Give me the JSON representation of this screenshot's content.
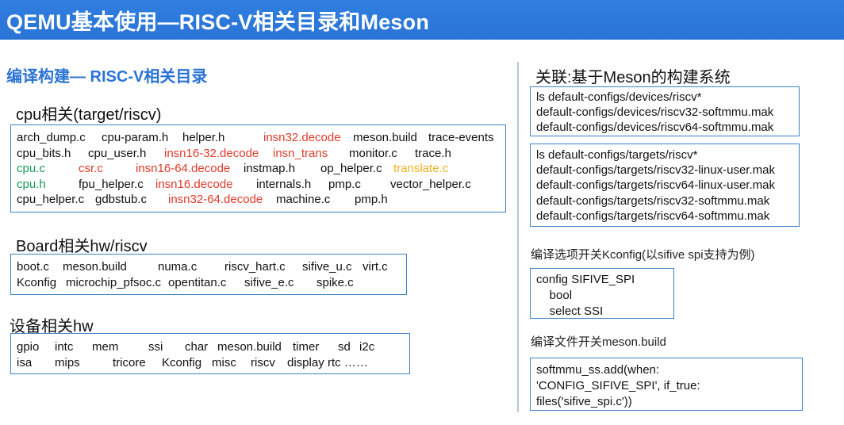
{
  "title": "QEMU基本使用—RISC-V相关目录和Meson",
  "left": {
    "subtitle": "编译构建— RISC-V相关目录",
    "cpu": {
      "heading": "cpu相关(target/riscv)",
      "rows": [
        [
          {
            "t": "arch_dump.c",
            "c": "black"
          },
          {
            "t": "cpu-param.h",
            "c": "black"
          },
          {
            "t": "helper.h",
            "c": "black"
          },
          {
            "t": "insn32.decode",
            "c": "red"
          },
          {
            "t": "meson.build",
            "c": "black"
          },
          {
            "t": "trace-events",
            "c": "black"
          }
        ],
        [
          {
            "t": "cpu_bits.h",
            "c": "black"
          },
          {
            "t": "cpu_user.h",
            "c": "black"
          },
          {
            "t": "insn16-32.decode",
            "c": "red"
          },
          {
            "t": "insn_trans",
            "c": "red"
          },
          {
            "t": "monitor.c",
            "c": "black"
          },
          {
            "t": "trace.h",
            "c": "black"
          }
        ],
        [
          {
            "t": "cpu.c",
            "c": "green"
          },
          {
            "t": "csr.c",
            "c": "red"
          },
          {
            "t": "insn16-64.decode",
            "c": "red"
          },
          {
            "t": "instmap.h",
            "c": "black"
          },
          {
            "t": "op_helper.c",
            "c": "black"
          },
          {
            "t": "translate.c",
            "c": "yellow"
          }
        ],
        [
          {
            "t": "cpu.h",
            "c": "green"
          },
          {
            "t": "fpu_helper.c",
            "c": "black"
          },
          {
            "t": "insn16.decode",
            "c": "red"
          },
          {
            "t": "internals.h",
            "c": "black"
          },
          {
            "t": "pmp.c",
            "c": "black"
          },
          {
            "t": "vector_helper.c",
            "c": "black"
          }
        ],
        [
          {
            "t": "cpu_helper.c",
            "c": "black"
          },
          {
            "t": "gdbstub.c",
            "c": "black"
          },
          {
            "t": "insn32-64.decode",
            "c": "red"
          },
          {
            "t": "machine.c",
            "c": "black"
          },
          {
            "t": "pmp.h",
            "c": "black"
          }
        ]
      ]
    },
    "board": {
      "heading": "Board相关hw/riscv",
      "rows": [
        [
          "boot.c",
          "meson.build",
          "numa.c",
          "riscv_hart.c",
          "sifive_u.c",
          "virt.c"
        ],
        [
          "Kconfig",
          "microchip_pfsoc.c",
          "opentitan.c",
          "sifive_e.c",
          "spike.c"
        ]
      ]
    },
    "device": {
      "heading": "设备相关hw",
      "rows": [
        [
          "gpio",
          "intc",
          "mem",
          "ssi",
          "char",
          "meson.build",
          "timer",
          "sd",
          "i2c"
        ],
        [
          "isa",
          "mips",
          "tricore",
          "Kconfig",
          "misc",
          "riscv",
          "display",
          "rtc ……"
        ]
      ]
    }
  },
  "right": {
    "subtitle": "关联:基于Meson的构建系统",
    "devices_box": [
      "ls default-configs/devices/riscv*",
      "default-configs/devices/riscv32-softmmu.mak",
      "default-configs/devices/riscv64-softmmu.mak"
    ],
    "targets_box": [
      "ls default-configs/targets/riscv*",
      "default-configs/targets/riscv32-linux-user.mak",
      "default-configs/targets/riscv64-linux-user.mak",
      "default-configs/targets/riscv32-softmmu.mak",
      "default-configs/targets/riscv64-softmmu.mak"
    ],
    "kconfig_heading": "编译选项开关Kconfig(以sifive spi支持为例)",
    "kconfig_box": [
      "config SIFIVE_SPI",
      "    bool",
      "    select SSI"
    ],
    "meson_heading": "编译文件开关meson.build",
    "meson_box": [
      "softmmu_ss.add(when:",
      "'CONFIG_SIFIVE_SPI', if_true:",
      "files('sifive_spi.c'))"
    ]
  }
}
